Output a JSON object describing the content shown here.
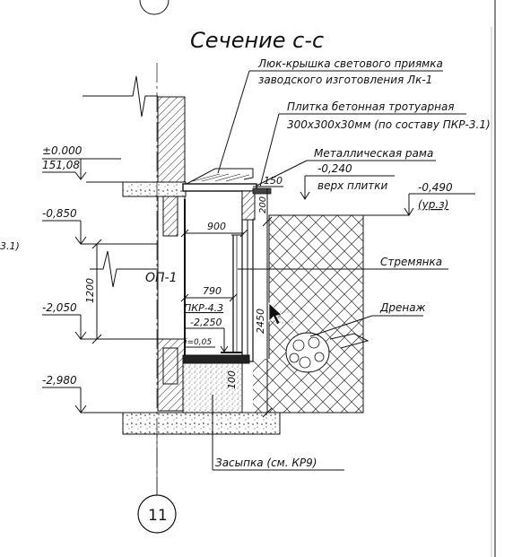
{
  "title": "Сечение с-с",
  "callouts": {
    "hatch_cover_line1": "Люк-крышка светового приямка",
    "hatch_cover_line2": "заводского изготовления Лк-1",
    "paving_slab_line1": "Плитка бетонная тротуарная",
    "paving_slab_line2": "300х300х30мм (по составу ПКР-3.1)",
    "metal_frame": "Металлическая рама",
    "slab_top_level": "-0,240",
    "slab_top_note": "верх плитки",
    "ground_level": "-0,490",
    "ground_level_note": "(ур.з)",
    "ladder": "Стремянка",
    "drainage": "Дренаж",
    "backfill": "Засыпка (см. КР9)",
    "left_cut_fragment": "3.1)"
  },
  "elevations": [
    {
      "value": "±0.000",
      "sub": "151,08"
    },
    {
      "value": "-0,850"
    },
    {
      "value": "-2,050"
    },
    {
      "value": "-2,980"
    }
  ],
  "pit": {
    "opening_label": "ОП-1",
    "floor_ref": "ПКР-4.3",
    "floor_level": "-2,250",
    "slope": "i=0,05"
  },
  "dimensions": {
    "frame_width": "150",
    "frame_depth": "200",
    "pit_width": "900",
    "inner_width": "790",
    "window_height": "1200",
    "pit_depth": "2450",
    "floor_thickness": "100"
  },
  "axis_label": "11"
}
